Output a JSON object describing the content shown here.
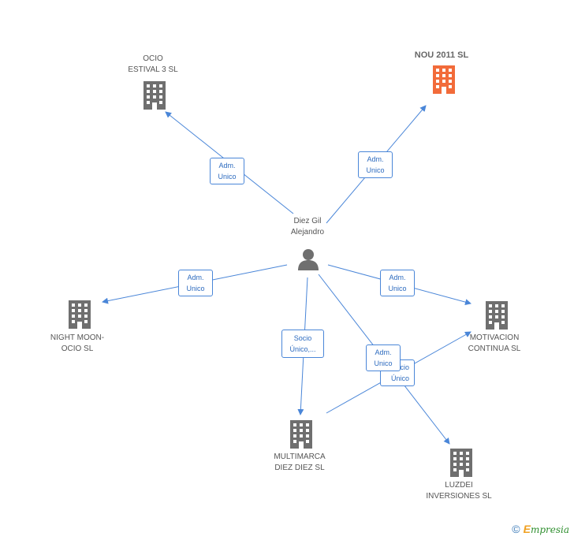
{
  "center": {
    "label": "Diez Gil\nAlejandro"
  },
  "companies": {
    "ocio_estival": {
      "label": "OCIO\nESTIVAL 3 SL"
    },
    "nou_2011": {
      "label": "NOU 2011 SL"
    },
    "night_moon": {
      "label": "NIGHT MOON-\nOCIO SL"
    },
    "motivacion": {
      "label": "MOTIVACION\nCONTINUA SL"
    },
    "multimarca": {
      "label": "MULTIMARCA\nDIEZ DIEZ SL"
    },
    "luzdei": {
      "label": "LUZDEI\nINVERSIONES SL"
    }
  },
  "edges": {
    "to_ocio": {
      "label": "Adm.\nUnico"
    },
    "to_nou": {
      "label": "Adm.\nUnico"
    },
    "to_night": {
      "label": "Adm.\nUnico"
    },
    "to_motivacion": {
      "label": "Adm.\nUnico"
    },
    "to_multimarca": {
      "label": "Socio\nÚnico,..."
    },
    "to_luzdei_back": {
      "label": "Socio\nÚnico"
    },
    "to_luzdei_front": {
      "label": "Adm.\nUnico"
    }
  },
  "colors": {
    "edge": "#4a86d8",
    "building": "#6f6f6f",
    "highlight": "#f26b3a",
    "person": "#6f6f6f"
  },
  "footer": {
    "copyright": "©",
    "brand_first": "E",
    "brand_rest": "mpresia"
  }
}
